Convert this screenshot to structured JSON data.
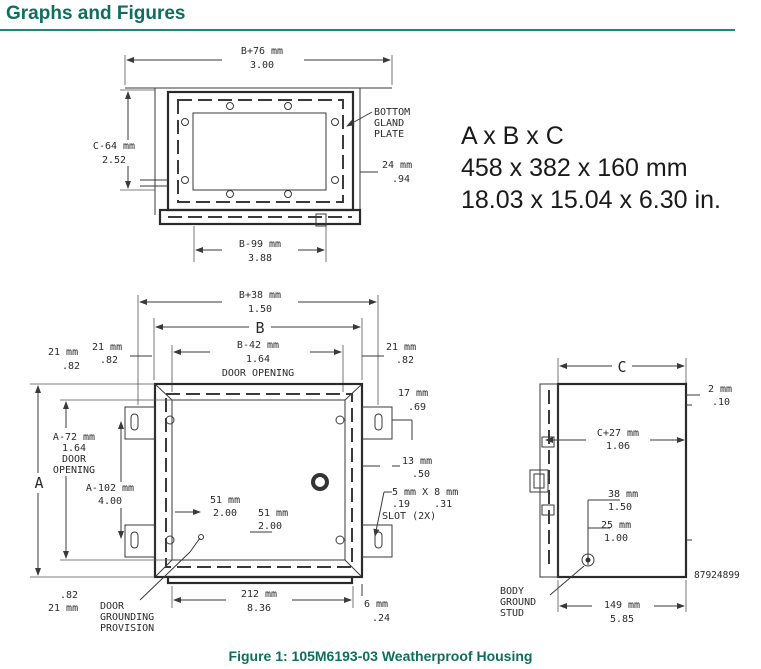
{
  "header": {
    "title": "Graphs and Figures"
  },
  "dimensions": {
    "heading": "A x B x C",
    "metric": "458 x 382 x 160 mm",
    "imperial": "18.03 x 15.04 x 6.30 in."
  },
  "caption": "Figure 1:  105M6193-03 Weatherproof Housing",
  "top_view": {
    "b76_mm": "B+76 mm",
    "b76_in": "3.00",
    "c64_mm": "C-64 mm",
    "c64_in": "2.52",
    "bottom_gland_plate": [
      "BOTTOM",
      "GLAND",
      "PLATE"
    ],
    "d24_mm": "24 mm",
    "d24_in": ".94",
    "b99_mm": "B-99 mm",
    "b99_in": "3.88"
  },
  "front_view": {
    "b38_mm": "B+38 mm",
    "b38_in": "1.50",
    "b_label": "B",
    "d21_mm": "21 mm",
    "d21_in": ".82",
    "b42_mm": "B-42 mm",
    "b42_in": "1.64",
    "door_opening": "DOOR OPENING",
    "d17_mm": "17 mm",
    "d17_in": ".69",
    "a_label": "A",
    "a72_mm": "A-72 mm",
    "a72_in": "1.64",
    "door_opening_lines": [
      "DOOR",
      "OPENING"
    ],
    "a102_mm": "A-102 mm",
    "a102_in": "4.00",
    "d13_mm": "13 mm",
    "d13_in": ".50",
    "slot_mm": "5 mm X 8 mm",
    "slot_in": ".19    .31",
    "slot_label": "SLOT (2X)",
    "d51_mm": "51 mm",
    "d51_in": "2.00",
    "d212_mm": "212 mm",
    "d212_in": "8.36",
    "d6_mm": "6 mm",
    "d6_in": ".24",
    "door_grounding": [
      "DOOR",
      "GROUNDING",
      "PROVISION"
    ]
  },
  "side_view": {
    "c_label": "C",
    "d2_mm": "2 mm",
    "d2_in": ".10",
    "c27_mm": "C+27 mm",
    "c27_in": "1.06",
    "d38_mm": "38 mm",
    "d38_in": "1.50",
    "d25_mm": "25 mm",
    "d25_in": "1.00",
    "part_number": "87924899",
    "body_ground": [
      "BODY",
      "GROUND",
      "STUD"
    ],
    "d149_mm": "149 mm",
    "d149_in": "5.85"
  }
}
